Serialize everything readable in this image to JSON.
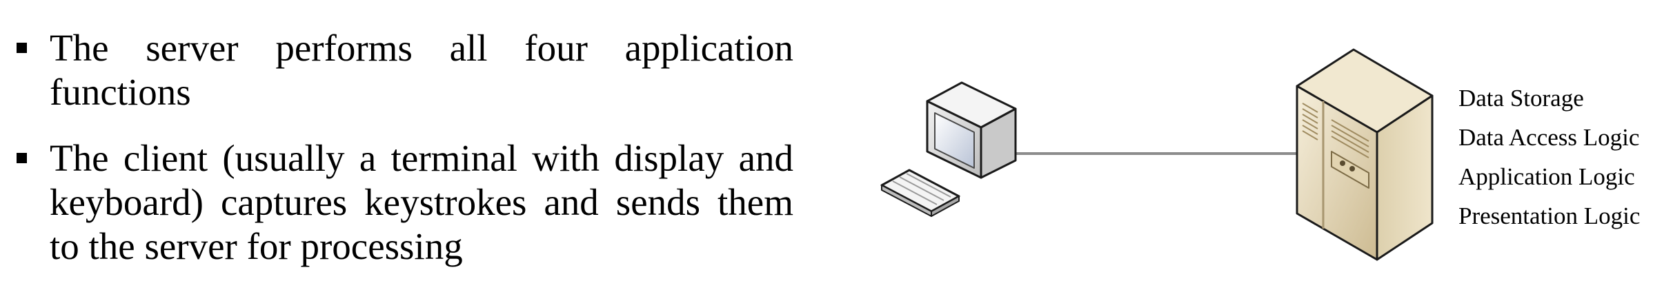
{
  "bullets": [
    {
      "text": "The server performs all four application functions"
    },
    {
      "text": "The client (usually a terminal with display and keyboard) captures keystrokes and sends them to the server for processing"
    }
  ],
  "diagram": {
    "client_icon": "terminal-computer-icon",
    "keyboard_icon": "keyboard-icon",
    "server_icon": "server-tower-icon",
    "server_layers": [
      "Data Storage",
      "Data Access Logic",
      "Application Logic",
      "Presentation Logic"
    ],
    "colors": {
      "server_body": "#e8dcc0",
      "link_line": "#8c8c8c",
      "screen": "#cfd6e3"
    }
  }
}
